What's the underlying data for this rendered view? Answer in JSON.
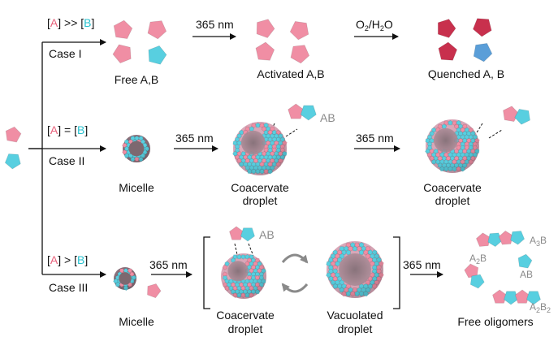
{
  "colors": {
    "A": "#f08ea4",
    "B": "#58cfe0",
    "quenched": "#c8304d",
    "line": "#111111"
  },
  "conditions": {
    "case1": {
      "open": "[",
      "a": "A",
      "rel": "] >> [",
      "b": "B",
      "close": "]"
    },
    "case2": {
      "open": "[",
      "a": "A",
      "rel": "] = [",
      "b": "B",
      "close": "]"
    },
    "case3": {
      "open": "[",
      "a": "A",
      "rel": "] > [",
      "b": "B",
      "close": "]"
    }
  },
  "cases": {
    "case1": "Case I",
    "case2": "Case II",
    "case3": "Case III"
  },
  "wavelength": "365 nm",
  "oxygen": {
    "o": "O",
    "o_sub": "2",
    "sep": "/H",
    "h_sub": "2",
    "tail": "O"
  },
  "row1": {
    "free": "Free A,B",
    "activated": "Activated A,B",
    "quenched": "Quenched A, B"
  },
  "row2": {
    "micelle": "Micelle",
    "coacervate_1": "Coacervate",
    "coacervate_2": "droplet",
    "ab": "AB"
  },
  "row3": {
    "micelle": "Micelle",
    "coacervate_1": "Coacervate",
    "coacervate_2": "droplet",
    "vacuolated_1": "Vacuolated",
    "vacuolated_2": "droplet",
    "free_oligomers": "Free oligomers",
    "ab": "AB",
    "a3b": {
      "m": "A",
      "s": "3",
      "t": "B"
    },
    "a2b": {
      "m": "A",
      "s": "2",
      "t": "B"
    },
    "a2b2": {
      "m": "A",
      "s": "2",
      "t": "B",
      "s2": "2"
    }
  }
}
